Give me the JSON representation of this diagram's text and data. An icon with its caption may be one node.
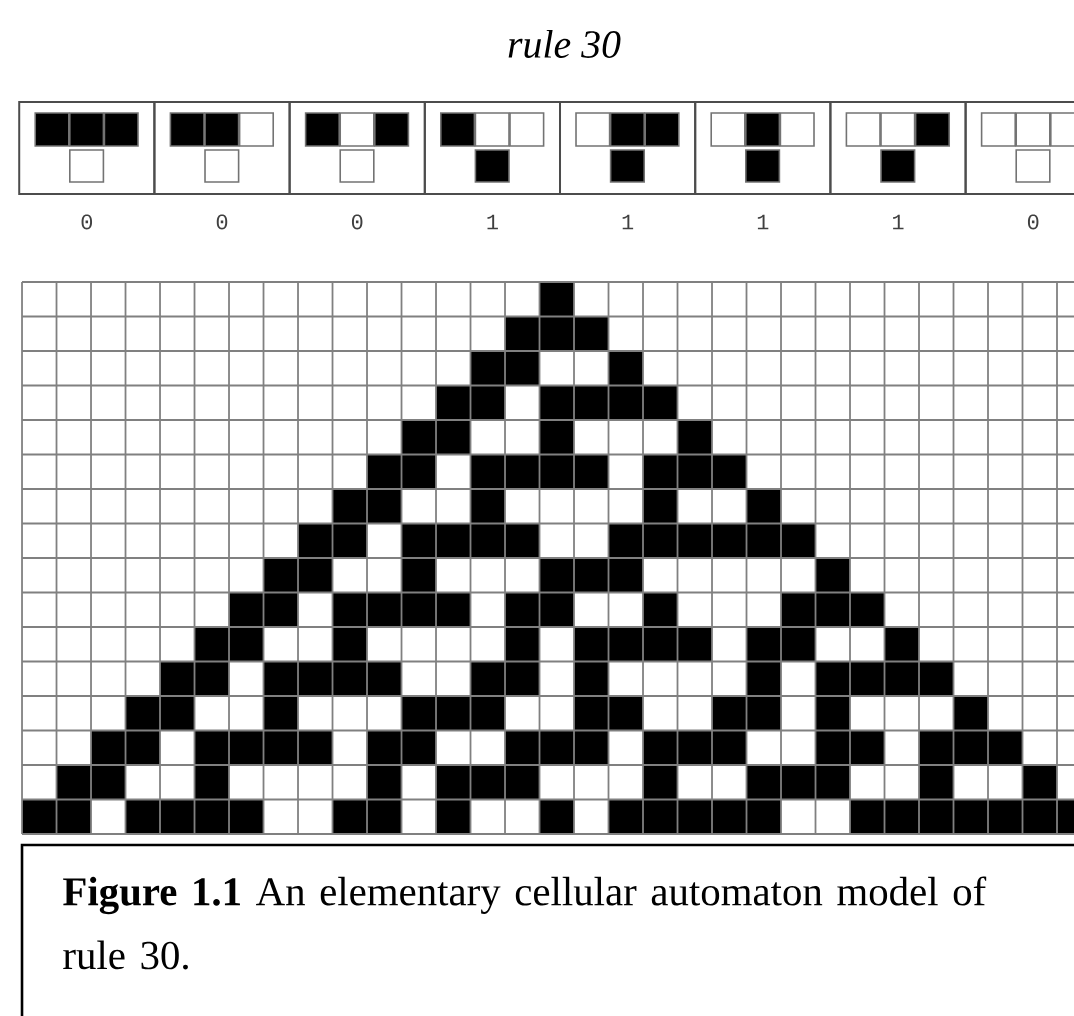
{
  "diagram": {
    "title": "rule 30",
    "caption": "**Figure 1.1** An elementary cellular automaton model of rule 30.",
    "labels": [
      "0",
      "0",
      "0",
      "1",
      "1",
      "1",
      "1",
      "0"
    ]
  }
}
